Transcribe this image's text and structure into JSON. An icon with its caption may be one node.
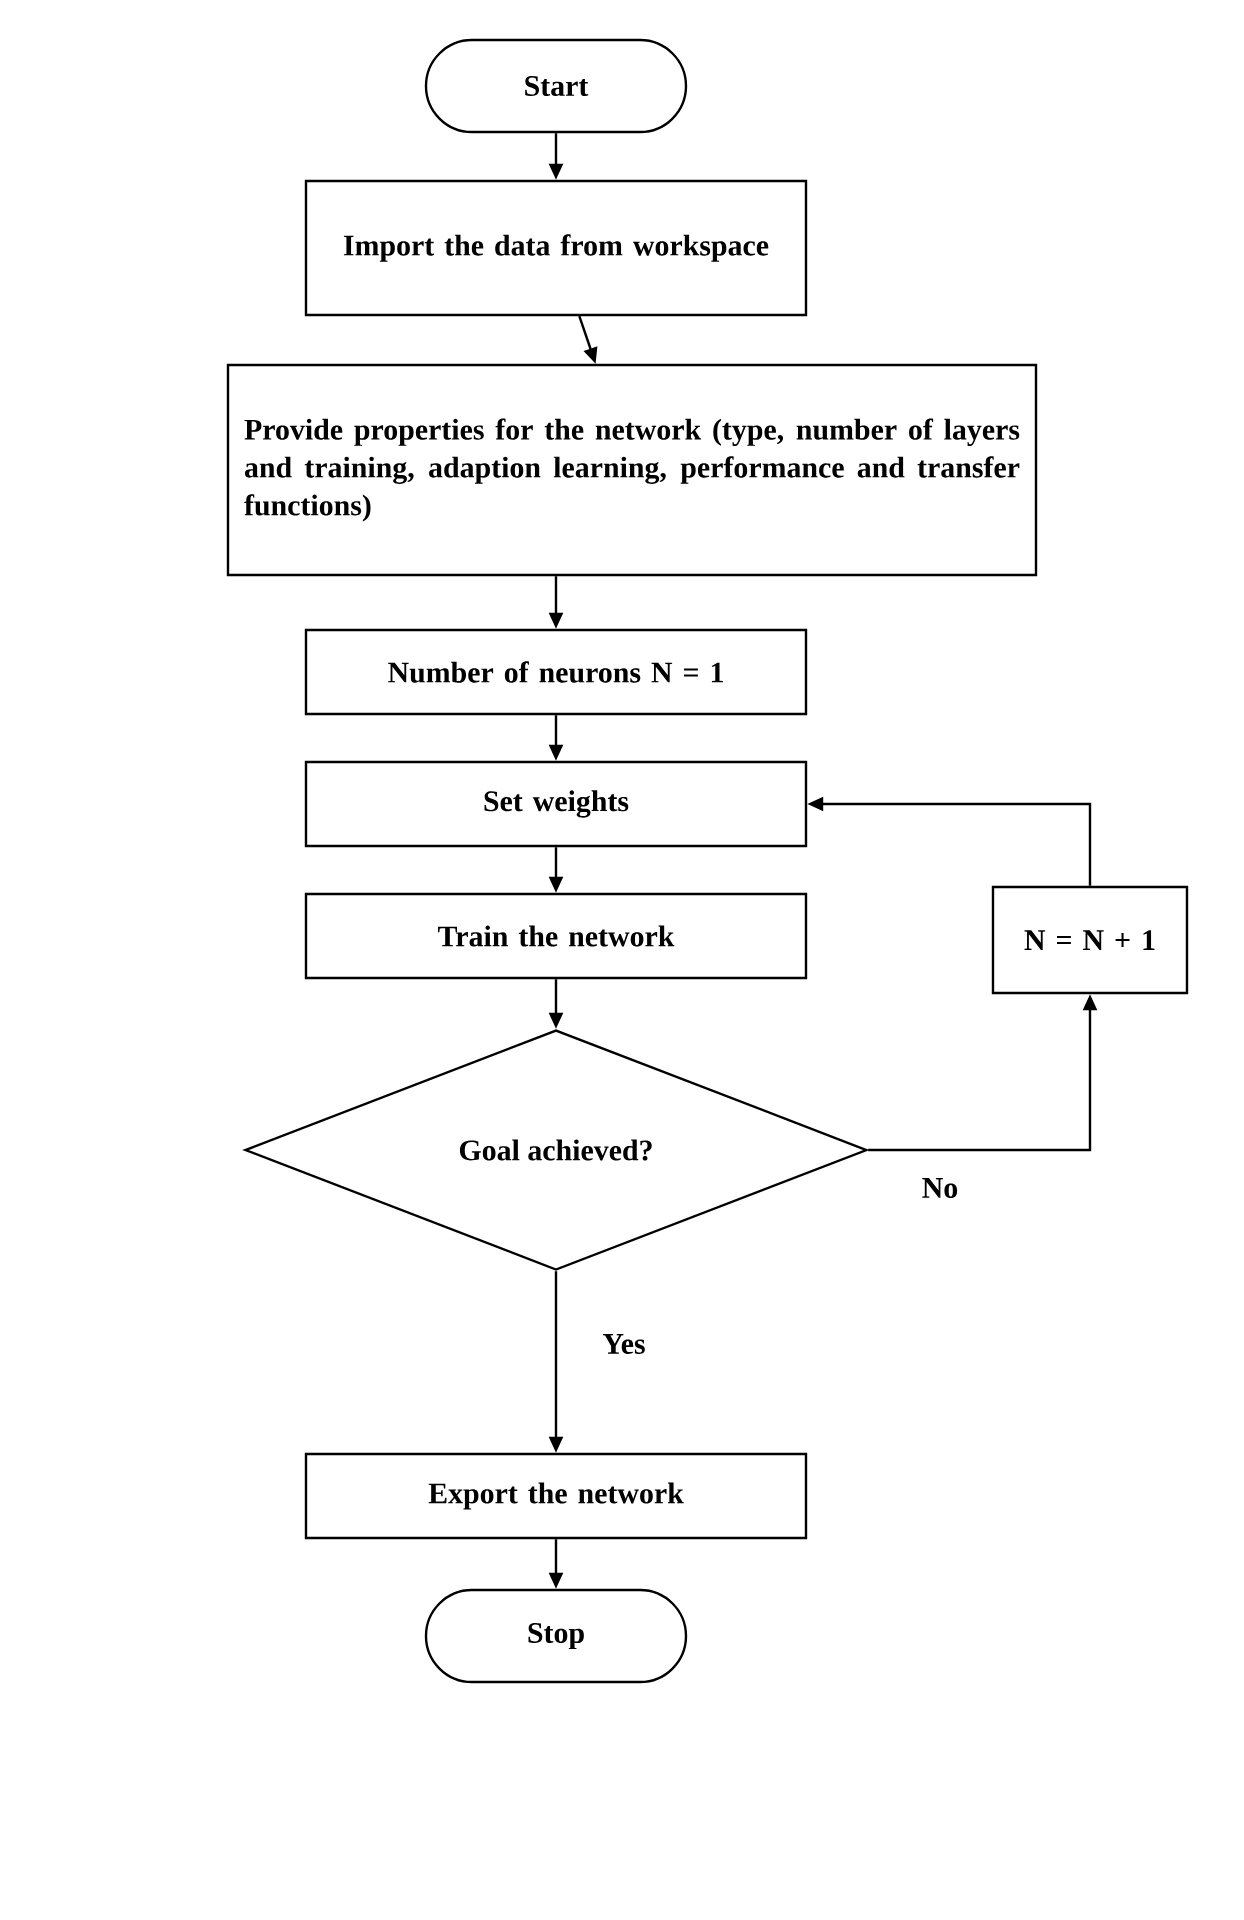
{
  "diagram": {
    "nodes": [
      {
        "text": [
          "Start"
        ]
      },
      {
        "text": [
          "Import the data from workspace"
        ]
      },
      {
        "text": [
          "Provide properties for the network (type, number of layers and training, adaption learning, performance and transfer functions)"
        ]
      },
      {
        "text": [
          "Number of neurons N = 1"
        ]
      },
      {
        "text": [
          "Set weights"
        ]
      },
      {
        "text": [
          "Train the network"
        ]
      },
      {
        "text": [
          "N = N + 1"
        ]
      },
      {
        "text": [
          "Goal achieved?"
        ]
      },
      {
        "text": [
          "Export the network"
        ]
      },
      {
        "text": [
          "Stop"
        ]
      }
    ],
    "edges": [
      {
        "from": 0,
        "to": 1,
        "arrow": "to"
      },
      {
        "from": 1,
        "to": 2,
        "arrow": "to"
      },
      {
        "from": 2,
        "to": 3,
        "arrow": "to"
      },
      {
        "from": 3,
        "to": 4,
        "arrow": "to"
      },
      {
        "from": 4,
        "to": 5,
        "arrow": "to"
      },
      {
        "from": 5,
        "to": 7,
        "arrow": "to"
      },
      {
        "from": 7,
        "to": 6,
        "arrow": "to",
        "label": "No"
      },
      {
        "from": 6,
        "to": 4,
        "arrow": "to"
      },
      {
        "from": 7,
        "to": 8,
        "arrow": "to",
        "label": "Yes"
      },
      {
        "from": 8,
        "to": 9,
        "arrow": "to"
      }
    ]
  }
}
